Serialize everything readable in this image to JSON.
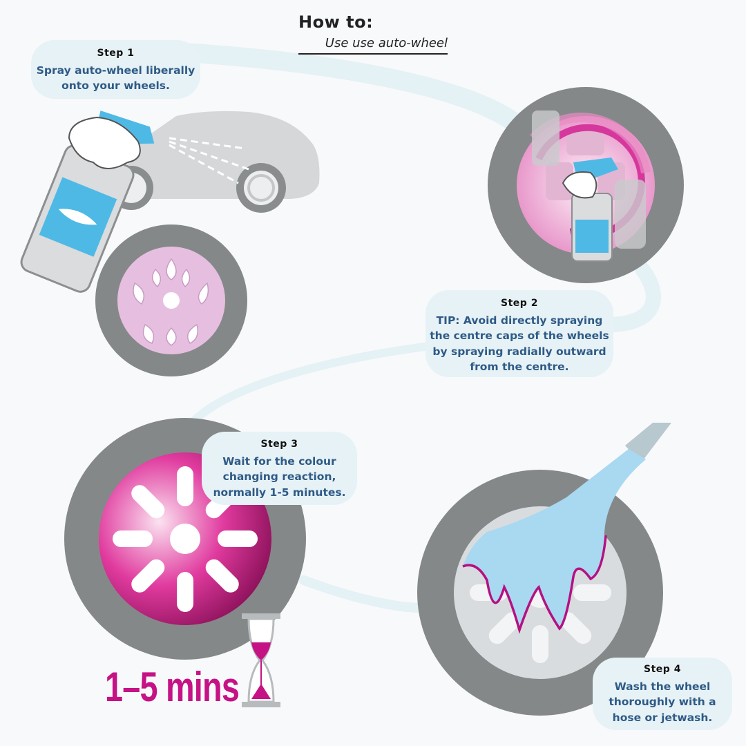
{
  "title": {
    "heading": "How to:",
    "subheading": "Use use auto-wheel"
  },
  "steps": [
    {
      "label": "Step 1",
      "text": [
        "Spray auto-wheel liberally",
        "onto your wheels."
      ]
    },
    {
      "label": "Step 2",
      "text": [
        "TIP: Avoid directly spraying",
        "the centre caps of the wheels",
        "by spraying radially outward",
        "from the centre."
      ]
    },
    {
      "label": "Step 3",
      "text": [
        "Wait for the colour",
        "changing reaction,",
        "normally 1-5 minutes."
      ]
    },
    {
      "label": "Step 4",
      "text": [
        "Wash the wheel",
        "thoroughly with a",
        "hose or jetwash."
      ]
    }
  ],
  "timer_label": "1–5 mins",
  "colors": {
    "background": "#f8f9fb",
    "bubble": "#e6f2f6",
    "step_text": "#2f5a86",
    "tyre": "#858889",
    "magenta": "#c51385",
    "spray_blue": "#4fb9e6",
    "water": "#a9d8f1",
    "car": "#d5d7d9"
  },
  "icons": [
    "spray-bottle-icon",
    "car-icon",
    "wheel-icon",
    "hourglass-icon",
    "jetwash-nozzle-icon",
    "circular-arrow-icon"
  ]
}
